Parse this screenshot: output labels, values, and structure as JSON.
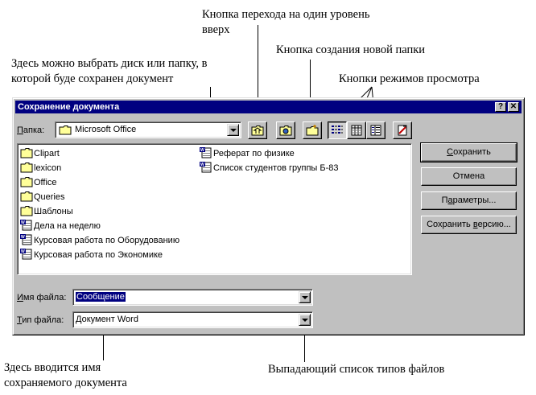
{
  "annotations": {
    "up_level_line1": "Кнопка перехода на один уровень",
    "up_level_line2": "вверх",
    "new_folder": "Кнопка создания новой папки",
    "choose_drive_line1": "Здесь можно выбрать диск или папку, в",
    "choose_drive_line2": "которой буде сохранен документ",
    "view_modes": "Кнопки режимов просмотра",
    "filename_line1": "Здесь вводится имя",
    "filename_line2": "сохраняемого документа",
    "filetypes": "Выпадающий список типов файлов"
  },
  "dialog": {
    "title": "Сохранение документа",
    "help_label": "?",
    "close_label": "✕",
    "folder_label_accel": "П",
    "folder_label_rest": "апка:",
    "folder_value": "Microsoft Office",
    "filename_label_accel": "И",
    "filename_label_rest": "мя файла:",
    "filename_value": "Сообщение",
    "filetype_label_accel": "Т",
    "filetype_label_rest": "ип файла:",
    "filetype_value": "Документ Word",
    "items_col1": [
      {
        "name": "Clipart",
        "icon": "folder-icon"
      },
      {
        "name": "lexicon",
        "icon": "folder-icon"
      },
      {
        "name": "Office",
        "icon": "folder-icon"
      },
      {
        "name": "Queries",
        "icon": "folder-icon"
      },
      {
        "name": "Шаблоны",
        "icon": "folder-icon"
      },
      {
        "name": "Дела на неделю",
        "icon": "word-document-icon"
      },
      {
        "name": "Курсовая работа по Оборудованию",
        "icon": "word-document-icon"
      },
      {
        "name": "Курсовая работа по Экономике",
        "icon": "word-document-icon"
      }
    ],
    "items_col2": [
      {
        "name": "Реферат по физике",
        "icon": "word-document-icon"
      },
      {
        "name": "Список студентов группы Б-83",
        "icon": "word-document-icon"
      }
    ],
    "buttons": {
      "save_accel": "С",
      "save_rest": "охранить",
      "cancel": "Отмена",
      "params_rest1": "П",
      "params_accel": "а",
      "params_rest2": "раметры...",
      "save_version_rest1": "Сохранить ",
      "save_version_accel": "в",
      "save_version_rest2": "ерсию..."
    }
  }
}
